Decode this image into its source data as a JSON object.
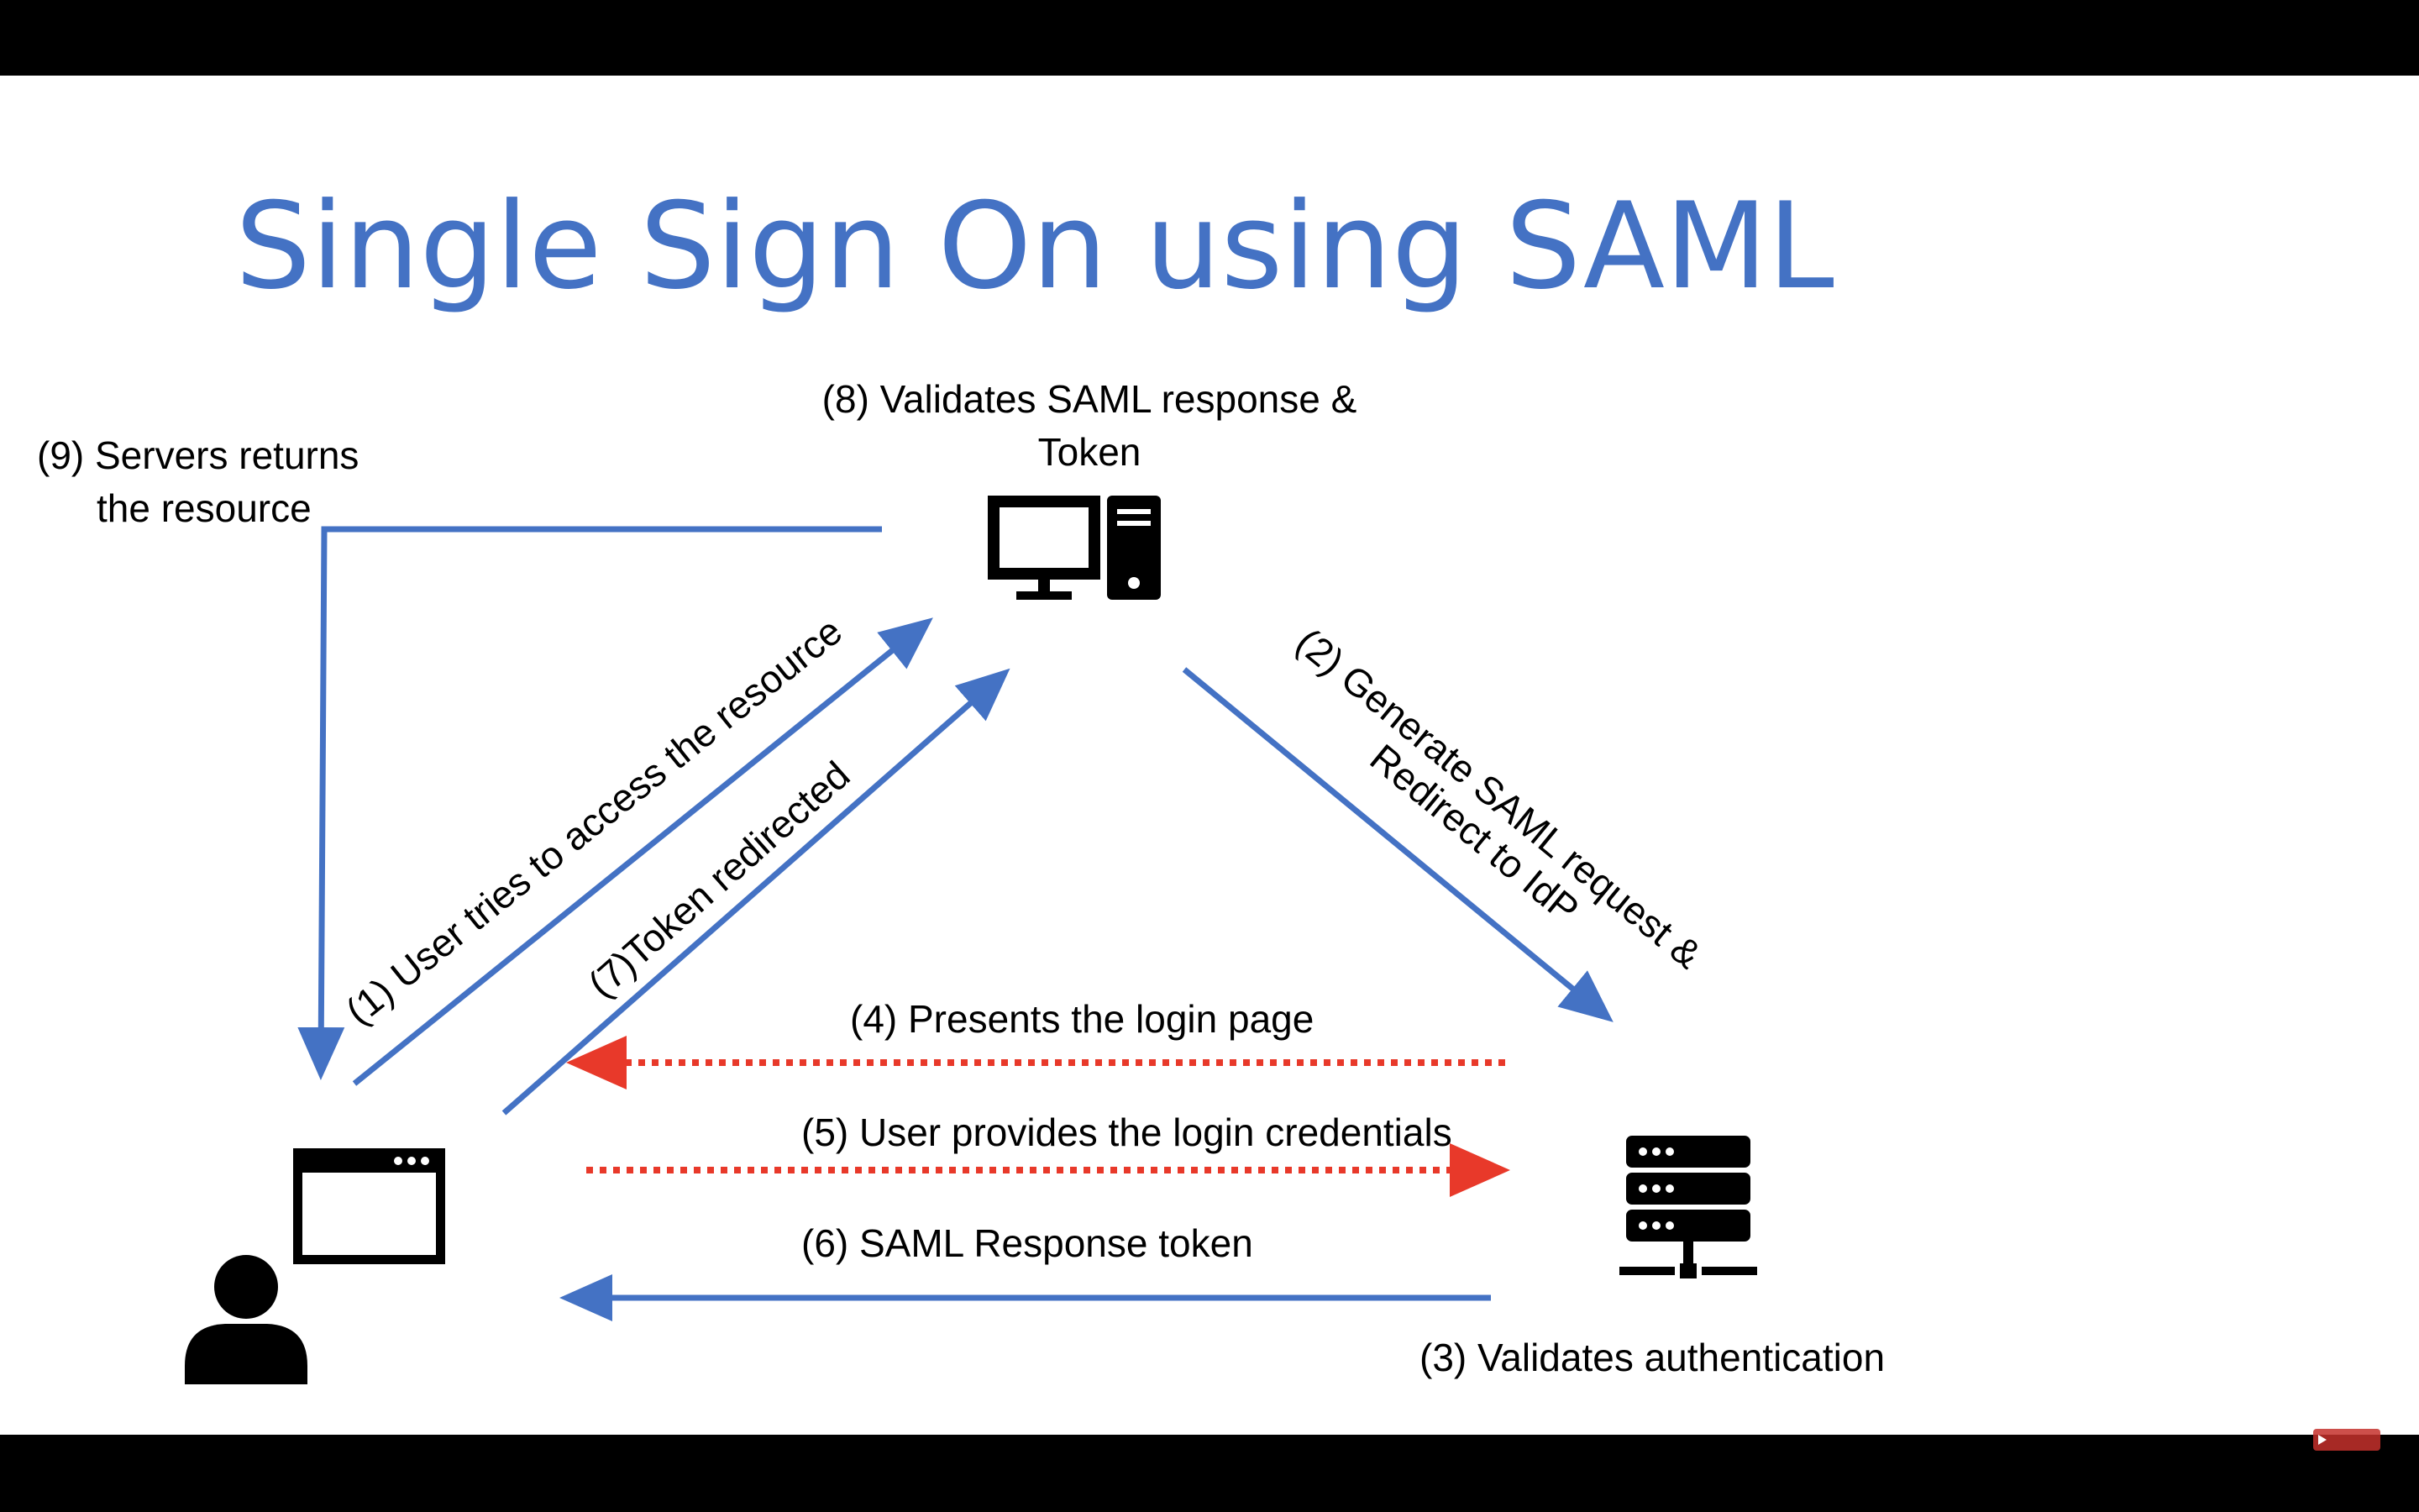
{
  "slide": {
    "title": "Single Sign On using SAML",
    "title_color": "#4472C4",
    "background": "#FFFFFF",
    "bar_color": "#000000",
    "arrow_blue": "#4472C4",
    "arrow_red": "#E8392A"
  },
  "labels": {
    "step8_line1": "(8) Validates SAML response &",
    "step8_line2": "Token",
    "step9_line1": "(9) Servers returns",
    "step9_line2": "the resource",
    "step1": "(1) User tries to access the resource",
    "step7": "(7)Token redirected",
    "step2_line1": "(2) Generate SAML request &",
    "step2_line2": "Redirect to IdP",
    "step4": "(4) Presents the login page",
    "step5": "(5) User provides the login credentials",
    "step6": "(6) SAML Response token",
    "step3": "(3) Validates authentication"
  },
  "icons": {
    "service_provider": "computer-icon",
    "identity_provider": "server-icon",
    "user": "user-icon",
    "browser": "browser-window-icon",
    "subscribe": "youtube-subscribe-icon"
  }
}
